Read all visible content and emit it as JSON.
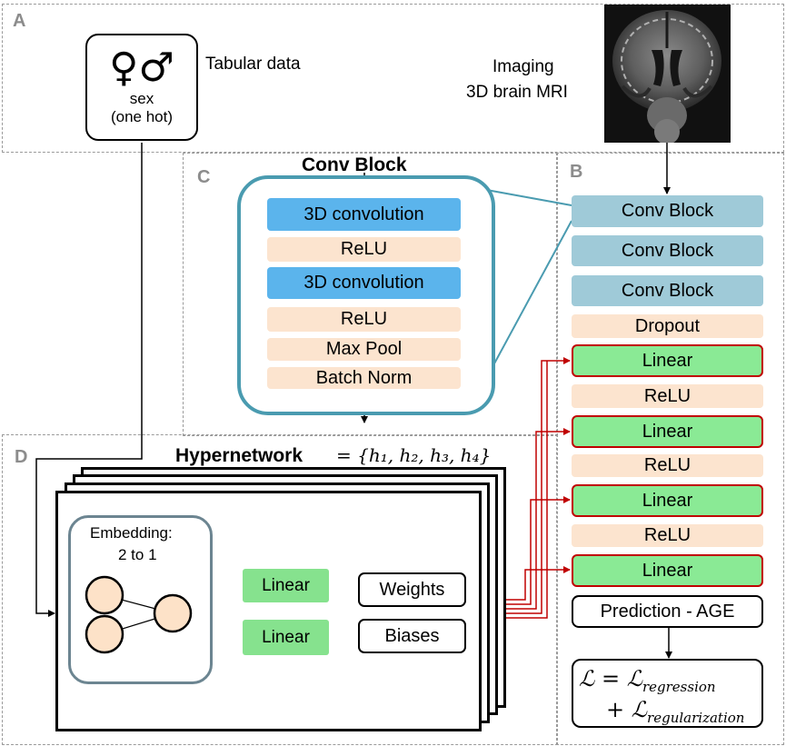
{
  "panels": {
    "a": "A",
    "b": "B",
    "c": "C",
    "d": "D"
  },
  "tabular": {
    "label": "Tabular data",
    "symbols": "♀♂",
    "sex_line1": "sex",
    "sex_line2": "(one hot)"
  },
  "imaging": {
    "line1": "Imaging",
    "line2": "3D brain MRI"
  },
  "conv_block": {
    "title": "Conv Block",
    "layers": [
      "3D convolution",
      "ReLU",
      "3D convolution",
      "ReLU",
      "Max Pool",
      "Batch Norm"
    ]
  },
  "network": {
    "layers": [
      "Conv Block",
      "Conv Block",
      "Conv Block",
      "Dropout",
      "Linear",
      "ReLU",
      "Linear",
      "ReLU",
      "Linear",
      "ReLU",
      "Linear"
    ],
    "prediction": "Prediction - AGE",
    "loss_symbol": "ℒ",
    "loss_eq": "=",
    "loss_term1": "regression",
    "loss_plus": "+",
    "loss_term2": "regularization"
  },
  "hypernetwork": {
    "title": "Hypernetwork",
    "set": "= {h₁, h₂, h₃, h₄}",
    "embedding_line1": "Embedding:",
    "embedding_line2": "2 to 1",
    "linear1": "Linear",
    "linear2": "Linear",
    "weights": "Weights",
    "biases": "Biases"
  },
  "colors": {
    "blue": "#5bb4ec",
    "peach": "#fce4cf",
    "steel": "#9fcad8",
    "green": "#8aea95",
    "red": "#c00000",
    "teal": "#4a9bb0"
  }
}
